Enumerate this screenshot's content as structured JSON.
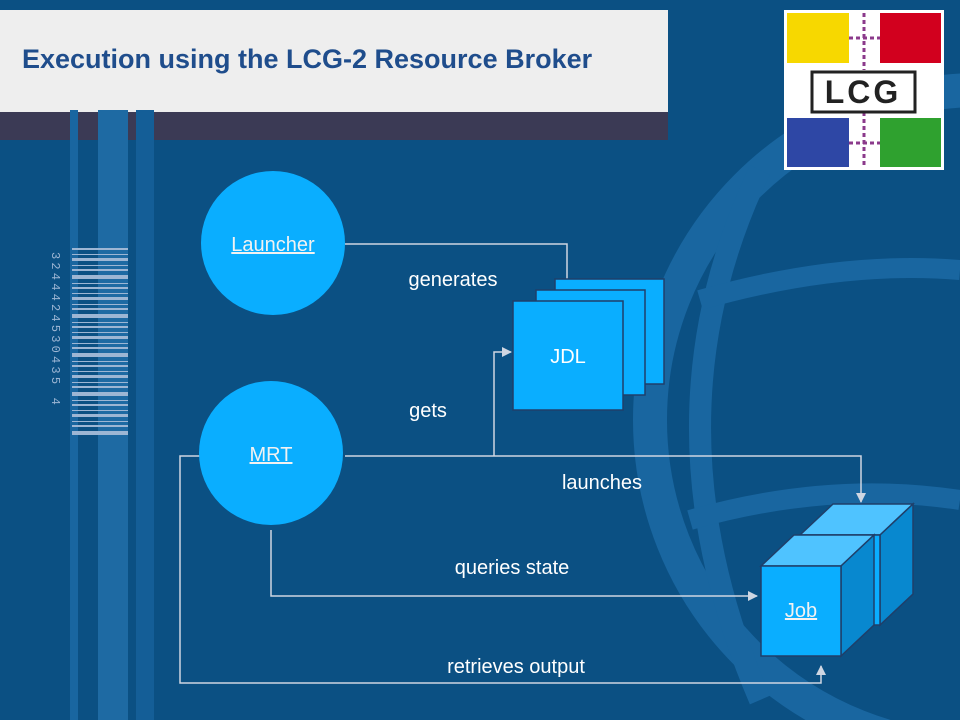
{
  "title": "Execution using the LCG-2 Resource Broker",
  "logo": {
    "text": "LCG",
    "colors": [
      "#f7d800",
      "#d2001e",
      "#2e47a5",
      "#2fa12f"
    ]
  },
  "barcode": {
    "digits": "3244424530435 4"
  },
  "nodes": {
    "launcher": "Launcher",
    "mrt": "MRT",
    "jdl": "JDL",
    "job": "Job"
  },
  "edges": {
    "generates": "generates",
    "gets": "gets",
    "launches": "launches",
    "queries": "queries state",
    "retrieves": "retrieves output"
  },
  "colors": {
    "background": "#0b5083",
    "node_fill": "#0aaeff",
    "link_text": "#f2f2f2",
    "edge_line": "#cfd6e2"
  }
}
